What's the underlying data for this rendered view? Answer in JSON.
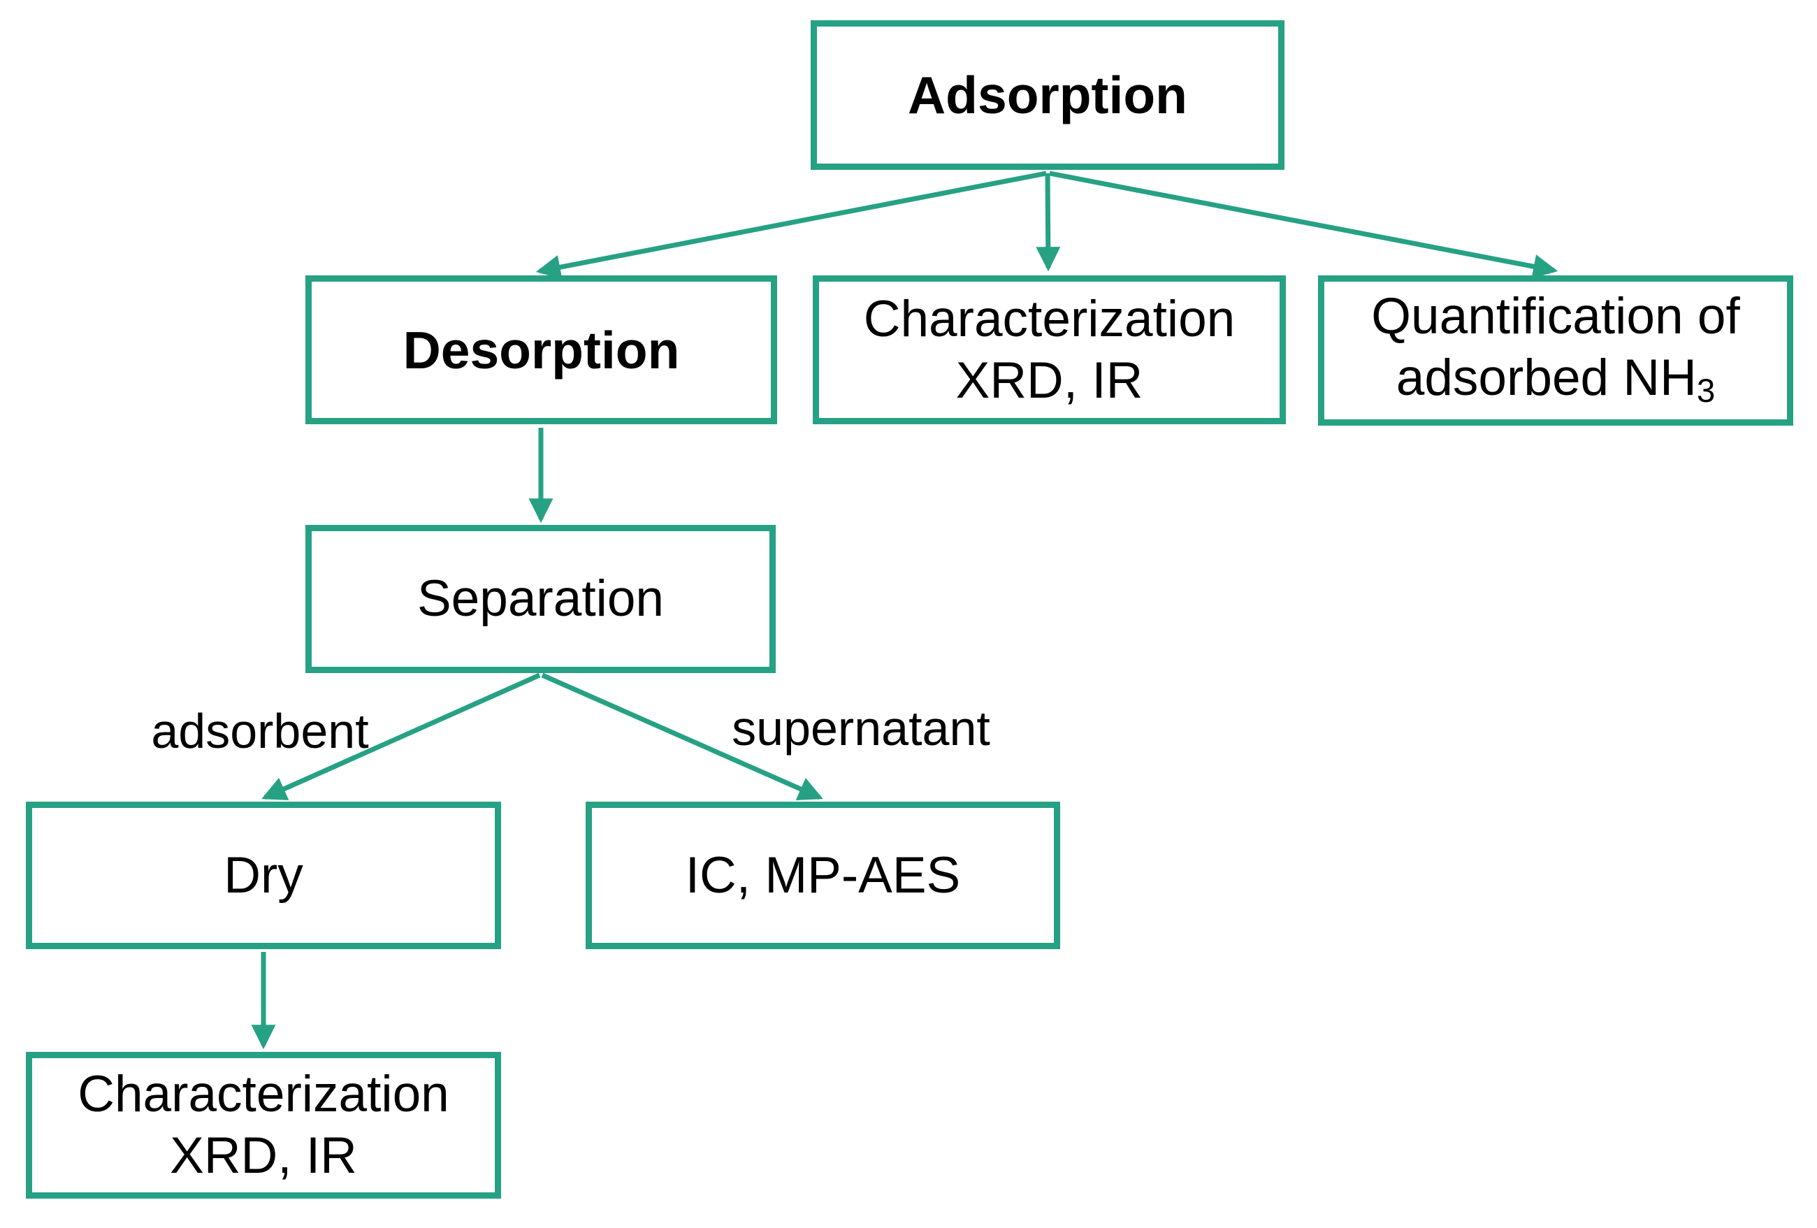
{
  "diagram": {
    "nodes": {
      "adsorption": {
        "label": "Adsorption"
      },
      "desorption": {
        "label": "Desorption"
      },
      "characterization_top": {
        "line1": "Characterization",
        "line2": "XRD, IR"
      },
      "quantification": {
        "line1": "Quantification of",
        "line2_text": "adsorbed NH",
        "line2_sub": "3"
      },
      "separation": {
        "label": "Separation"
      },
      "dry": {
        "label": "Dry"
      },
      "ic_mp_aes": {
        "label": "IC, MP-AES"
      },
      "characterization_bottom": {
        "line1": "Characterization",
        "line2": "XRD, IR"
      }
    },
    "edge_labels": {
      "left": "adsorbent",
      "right": "supernatant"
    },
    "colors": {
      "accent_teal": "#26A184",
      "text": "#000000",
      "background": "#FFFFFF"
    }
  }
}
